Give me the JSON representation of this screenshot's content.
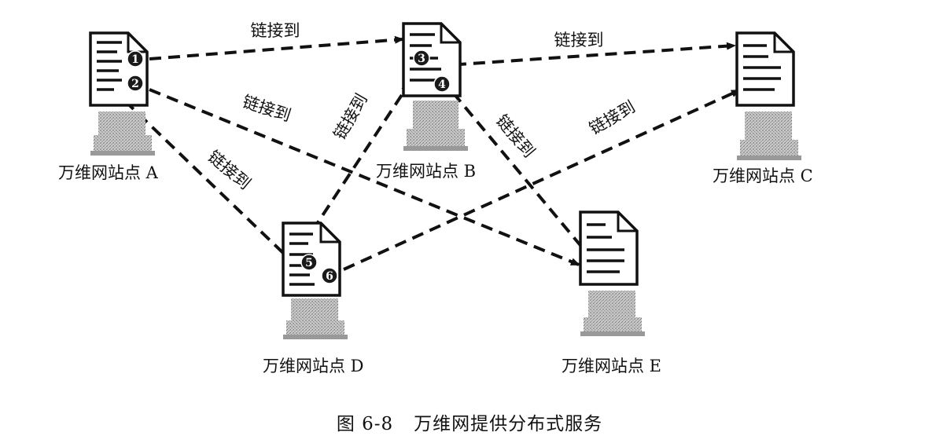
{
  "link_label": "链接到",
  "sites": [
    {
      "id": "A",
      "label": "万维网站点 A"
    },
    {
      "id": "B",
      "label": "万维网站点 B"
    },
    {
      "id": "C",
      "label": "万维网站点 C"
    },
    {
      "id": "D",
      "label": "万维网站点 D"
    },
    {
      "id": "E",
      "label": "万维网站点 E"
    }
  ],
  "markers": [
    "1",
    "2",
    "3",
    "4",
    "5",
    "6"
  ],
  "links": [
    {
      "from_marker": "1",
      "to_site": "B"
    },
    {
      "from_marker": "2",
      "to_site": "E"
    },
    {
      "from_marker": "3",
      "to_site": "C"
    },
    {
      "from_marker": "4",
      "to_site": "E"
    },
    {
      "from_marker": "5",
      "to_site": "B"
    },
    {
      "from_marker": "6",
      "to_site": "C"
    },
    {
      "from_site": "A",
      "to_marker": "5"
    }
  ],
  "caption": {
    "number": "图 6-8",
    "title": "万维网提供分布式服务"
  },
  "colors": {
    "line": "#111111",
    "marker": "#1a1a1a",
    "monitor_base": "#b8b8b8"
  }
}
